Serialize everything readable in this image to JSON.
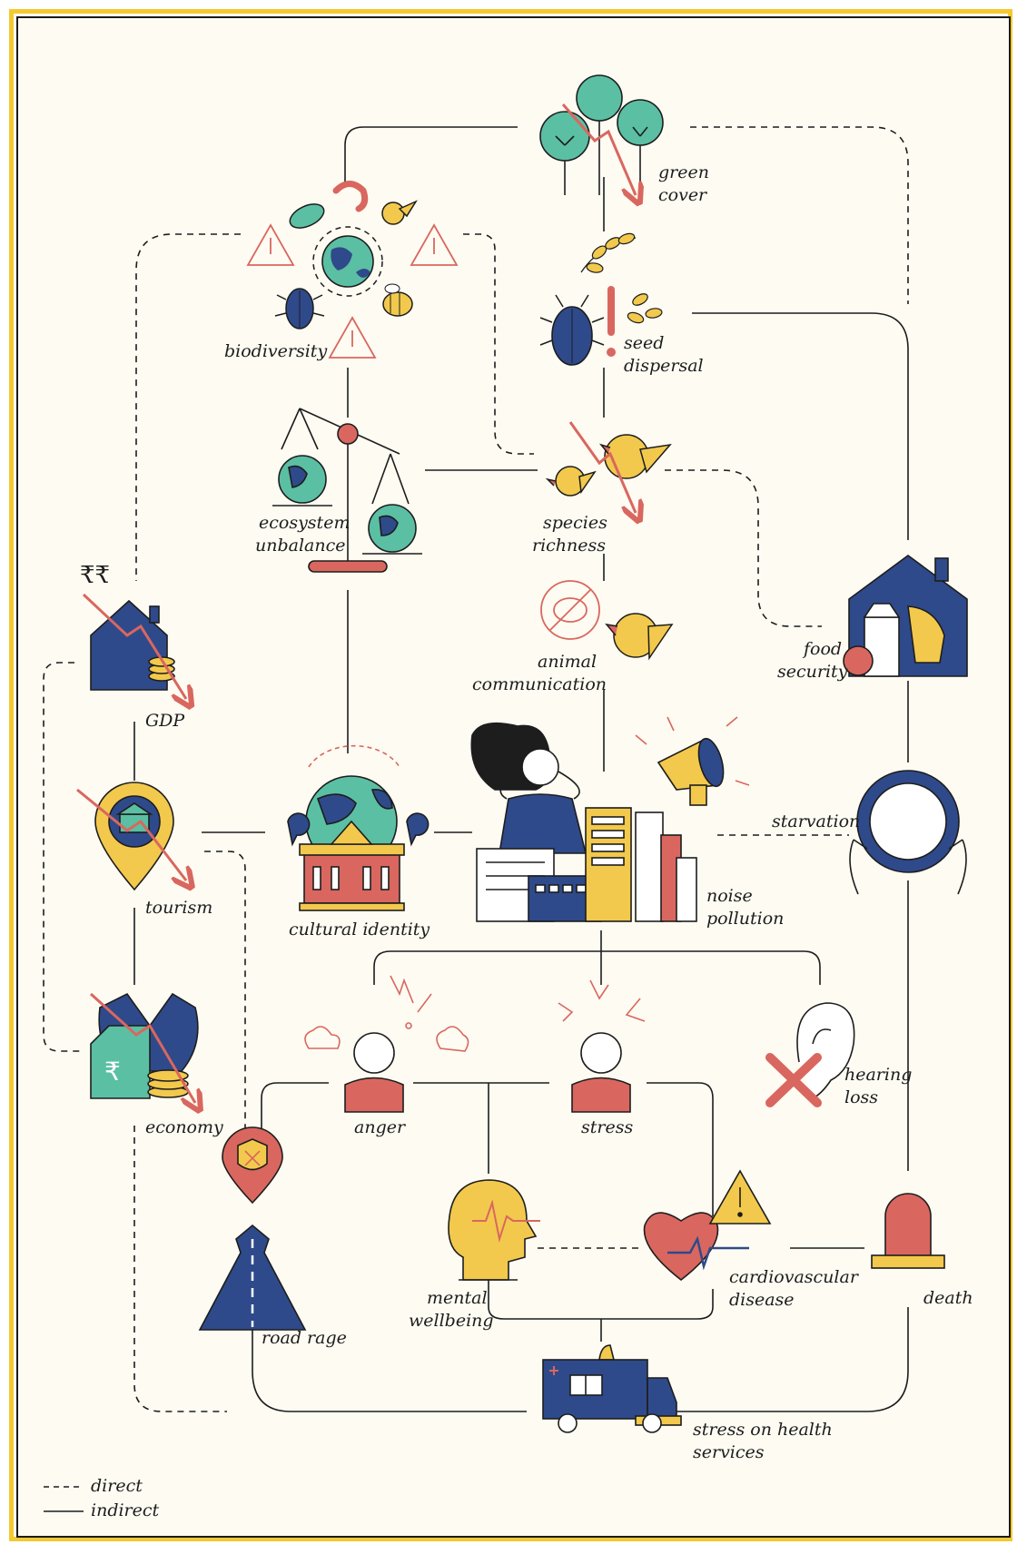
{
  "labels": {
    "green_cover_1": "green",
    "green_cover_2": "cover",
    "biodiversity": "biodiversity",
    "seed_1": "seed",
    "seed_2": "dispersal",
    "ecosystem_1": "ecosystem",
    "ecosystem_2": "unbalance",
    "species_1": "species",
    "species_2": "richness",
    "animal_1": "animal",
    "animal_2": "communication",
    "food_1": "food",
    "food_2": "security",
    "gdp": "GDP",
    "tourism": "tourism",
    "cultural_identity": "cultural identity",
    "noise_1": "noise",
    "noise_2": "pollution",
    "starvation": "starvation",
    "economy": "economy",
    "anger": "anger",
    "stress": "stress",
    "hearing_1": "hearing",
    "hearing_2": "loss",
    "mental_1": "mental",
    "mental_2": "wellbeing",
    "cardio_1": "cardiovascular",
    "cardio_2": "disease",
    "road_rage": "road rage",
    "death": "death",
    "health_1": "stress on health",
    "health_2": "services",
    "rupee_symbols": "₹₹"
  },
  "legend": {
    "direct": "direct",
    "indirect": "indirect"
  },
  "colors": {
    "frame_yellow": "#f3c92f",
    "background": "#fdfbf2",
    "navy": "#2f4a8a",
    "yellow": "#f2c94c",
    "coral": "#d9675f",
    "teal": "#5bbfa3",
    "green": "#4caf7d"
  },
  "icons": [
    "trees-icon",
    "globe-icon",
    "bird-icon",
    "beetle-icon",
    "bee-icon",
    "worm-icon",
    "leaf-icon",
    "warning-icon",
    "wheat-icon",
    "scale-icon",
    "house-icon",
    "location-pin-icon",
    "megaphone-icon",
    "woman-covering-ears-icon",
    "city-buildings-icon",
    "plate-icon",
    "person-icon",
    "ear-icon",
    "head-icon",
    "heart-icon",
    "siren-icon",
    "road-icon",
    "ambulance-icon",
    "speech-bubble-crossed-icon",
    "trend-down-arrow-icon"
  ]
}
